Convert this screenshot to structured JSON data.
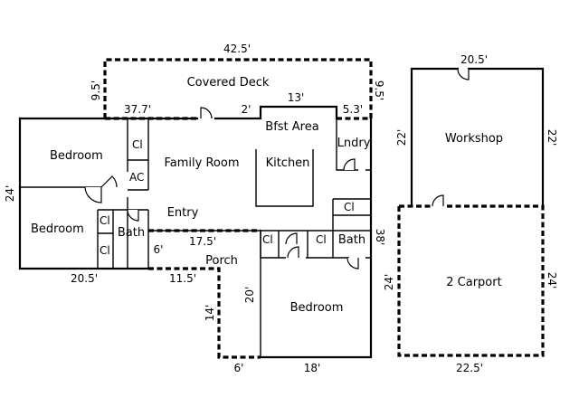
{
  "rooms": {
    "covered_deck": "Covered Deck",
    "bedroom_nw": "Bedroom",
    "bedroom_w": "Bedroom",
    "closet_1": "Cl",
    "ac": "AC",
    "family_room": "Family Room",
    "bfst_area": "Bfst Area",
    "kitchen": "Kitchen",
    "lndry": "Lndry",
    "entry": "Entry",
    "closet_2": "Cl",
    "closet_3": "Cl",
    "bath_w": "Bath",
    "porch": "Porch",
    "closet_4": "Cl",
    "closet_5": "Cl",
    "closet_6": "Cl",
    "bath_e": "Bath",
    "bedroom_se": "Bedroom",
    "workshop": "Workshop",
    "carport": "2 Carport"
  },
  "dimensions": {
    "deck_top": "42.5'",
    "deck_left": "9.5'",
    "deck_right": "9.5'",
    "deck_bottom_left": "37.7'",
    "deck_bottom_mid": "2'",
    "kitchen_top": "13'",
    "kitchen_right": "5.3'",
    "house_left": "24'",
    "house_bottom_left": "20.5'",
    "entry_width": "17.5'",
    "porch_left": "6'",
    "porch_bottom": "11.5'",
    "porch_vert": "14'",
    "porch_inner": "20'",
    "porch_base": "6'",
    "bedroom_bottom": "18'",
    "bath_right": "38'",
    "workshop_top": "20.5'",
    "workshop_left": "22'",
    "workshop_right": "22'",
    "carport_left": "24'",
    "carport_right": "24'",
    "carport_bottom": "22.5'"
  }
}
